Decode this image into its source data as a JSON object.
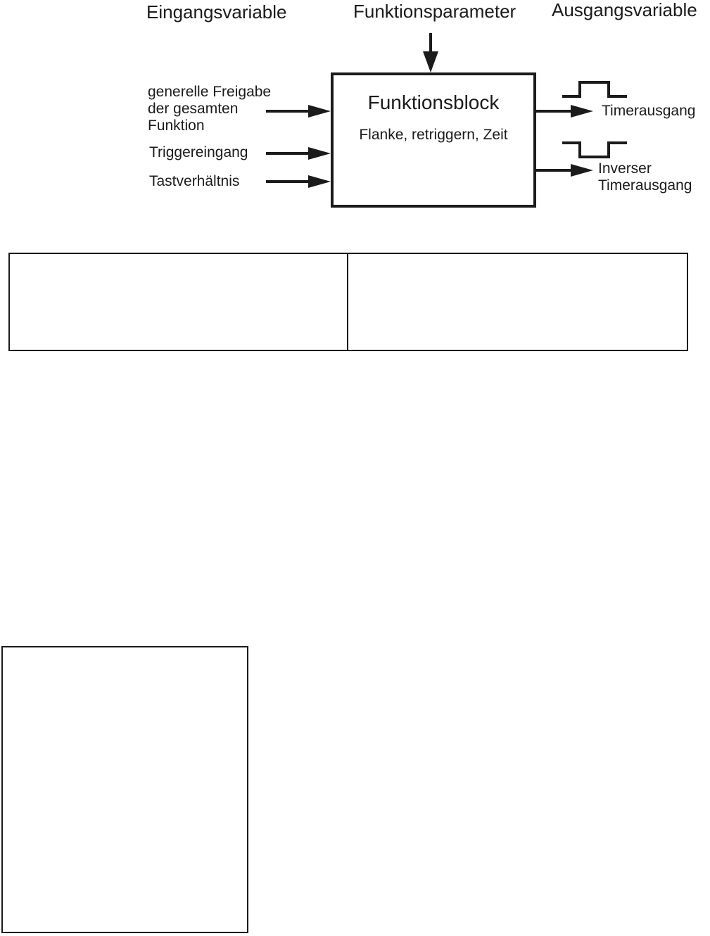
{
  "colors": {
    "ink": "#1b1b1b",
    "background": "#ffffff"
  },
  "headers": {
    "inputs": "Eingangsvariable",
    "parameters": "Funktionsparameter",
    "outputs": "Ausgangsvariable"
  },
  "function_block": {
    "title": "Funktionsblock",
    "subtitle": "Flanke, retriggern, Zeit"
  },
  "inputs": [
    {
      "label": "generelle Freigabe\nder gesamten\nFunktion"
    },
    {
      "label": "Triggereingang"
    },
    {
      "label": "Tastverhältnis"
    }
  ],
  "outputs": [
    {
      "label": "Timerausgang",
      "waveform": "positive-pulse"
    },
    {
      "label": "Inverser\nTimerausgang",
      "waveform": "inverted-pulse"
    }
  ],
  "table": {
    "cells": [
      "",
      ""
    ]
  }
}
